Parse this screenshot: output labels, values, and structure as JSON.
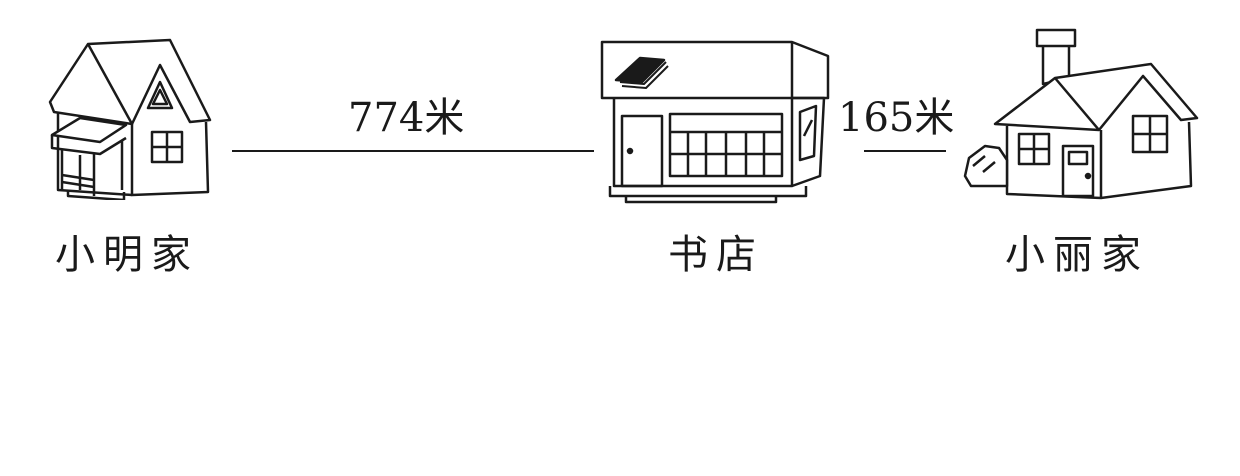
{
  "places": {
    "xiaoming_home": {
      "label": "小明家",
      "icon": "house-icon"
    },
    "bookstore": {
      "label": "书店",
      "icon": "shop-icon"
    },
    "xiaoli_home": {
      "label": "小丽家",
      "icon": "house-with-chimney-icon"
    }
  },
  "distances": {
    "xiaoming_to_bookstore": "774米",
    "bookstore_to_xiaoli": "165米"
  }
}
